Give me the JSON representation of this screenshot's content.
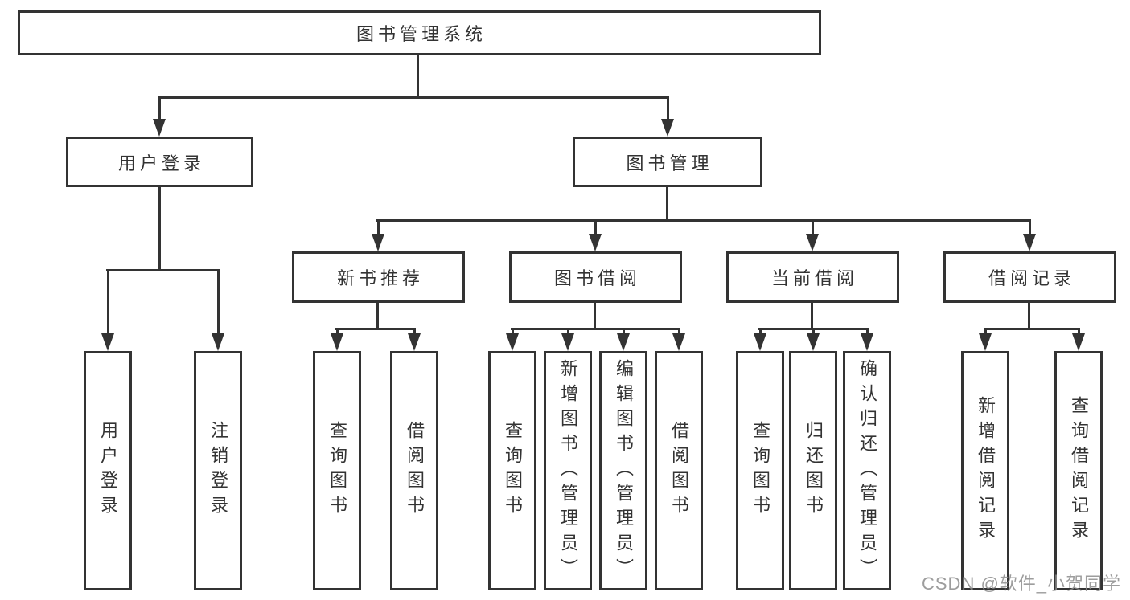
{
  "tree": {
    "root": {
      "label": "图书管理系统",
      "children": [
        {
          "label": "用户登录",
          "children": [
            {
              "label": "用户登录"
            },
            {
              "label": "注销登录"
            }
          ]
        },
        {
          "label": "图书管理",
          "children": [
            {
              "label": "新书推荐",
              "children": [
                {
                  "label": "查询图书"
                },
                {
                  "label": "借阅图书"
                }
              ]
            },
            {
              "label": "图书借阅",
              "children": [
                {
                  "label": "查询图书"
                },
                {
                  "label": "新增图书（管理员）"
                },
                {
                  "label": "编辑图书（管理员）"
                },
                {
                  "label": "借阅图书"
                }
              ]
            },
            {
              "label": "当前借阅",
              "children": [
                {
                  "label": "查询图书"
                },
                {
                  "label": "归还图书"
                },
                {
                  "label": "确认归还（管理员）"
                }
              ]
            },
            {
              "label": "借阅记录",
              "children": [
                {
                  "label": "新增借阅记录"
                },
                {
                  "label": "查询借阅记录"
                }
              ]
            }
          ]
        }
      ]
    }
  },
  "colors": {
    "line": "#333333",
    "box_background": "#ffffff",
    "watermark": "#8c8c8c"
  },
  "watermark": {
    "text": "CSDN @软件_小贺同学"
  }
}
